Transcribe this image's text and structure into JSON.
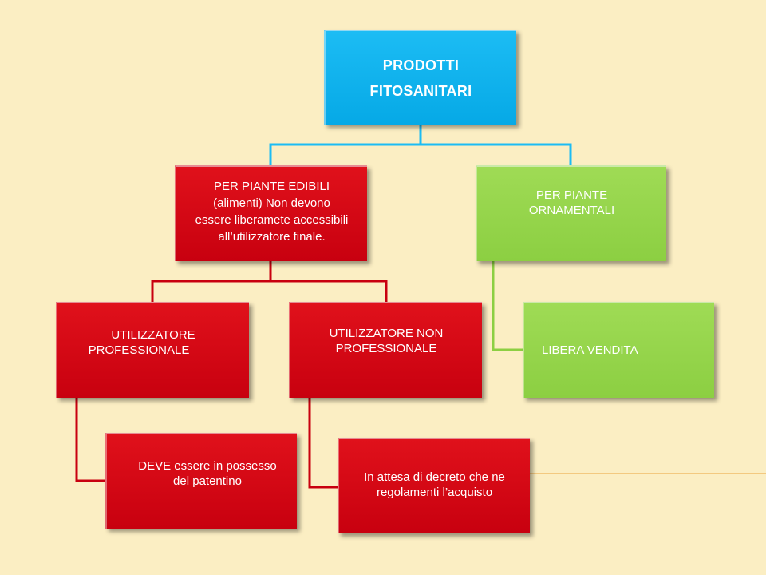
{
  "root": {
    "line1": "PRODOTTI",
    "line2": "FITOSANITARI"
  },
  "edibili": {
    "line1": "PER PIANTE EDIBILI",
    "line2": "(alimenti) Non devono",
    "line3": "essere liberamete accessibili",
    "line4": "all’utilizzatore  finale."
  },
  "ornamentali": {
    "line1": "PER PIANTE",
    "line2": "ORNAMENTALI"
  },
  "professionale": {
    "line1": "UTILIZZATORE",
    "line2": "PROFESSIONALE"
  },
  "non_professionale": {
    "line1": "UTILIZZATORE NON",
    "line2": "PROFESSIONALE"
  },
  "libera_vendita": {
    "line1": "LIBERA VENDITA"
  },
  "patentino": {
    "line1": "DEVE essere in possesso",
    "line2": "del patentino"
  },
  "decreto": {
    "line1": "In attesa di decreto che ne",
    "line2": "regolamenti l’acquisto"
  },
  "colors": {
    "background": "#fbeec3",
    "root_fill": "#06a9e6",
    "red_fill": "#c8000f",
    "green_fill": "#8ccf42",
    "connector_blue": "#1cbcf4",
    "connector_red": "#c8000f",
    "connector_green": "#8ccf42",
    "accent_line": "#f3c980"
  }
}
